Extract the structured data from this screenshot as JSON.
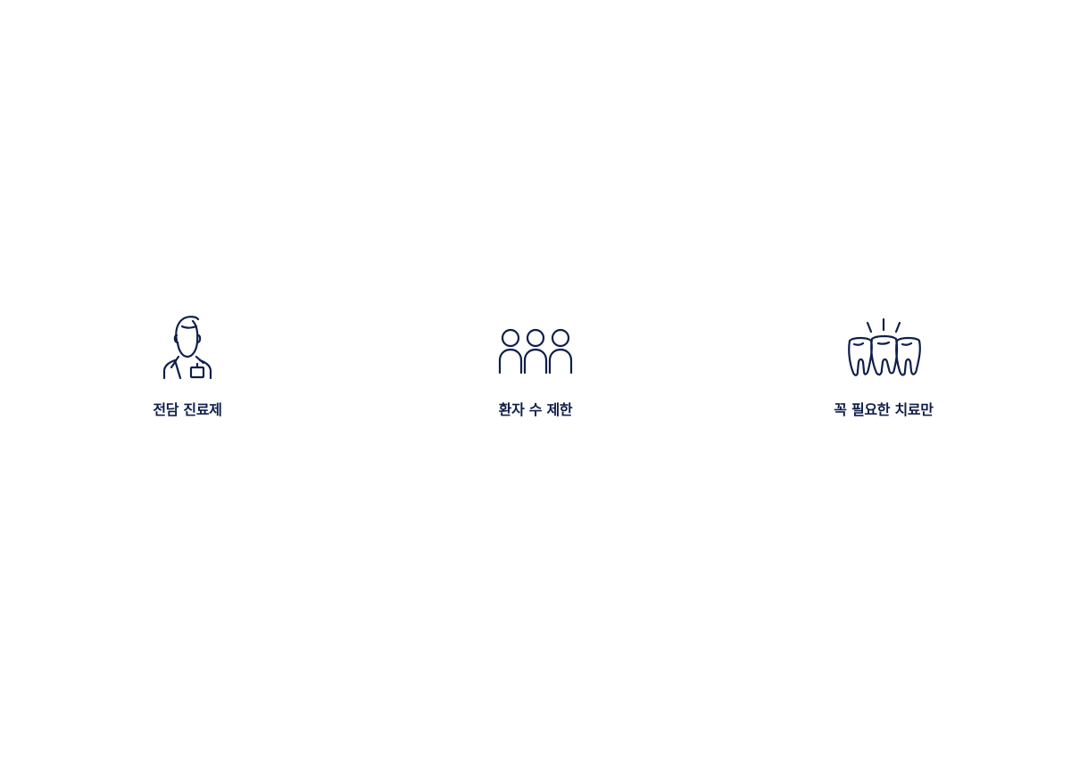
{
  "features": [
    {
      "icon": "doctor-icon",
      "label": "전담 진료제"
    },
    {
      "icon": "patients-group-icon",
      "label": "환자 수 제한"
    },
    {
      "icon": "teeth-icon",
      "label": "꼭 필요한 치료만"
    }
  ]
}
